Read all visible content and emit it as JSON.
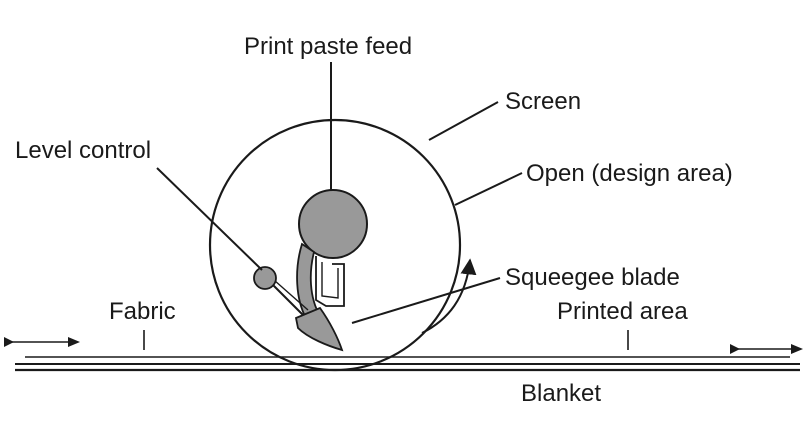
{
  "labels": {
    "print_paste_feed": "Print paste feed",
    "screen": "Screen",
    "level_control": "Level control",
    "open_design_area": "Open (design area)",
    "squeegee_blade": "Squeegee blade",
    "fabric": "Fabric",
    "printed_area": "Printed area",
    "blanket": "Blanket"
  },
  "colors": {
    "line": "#1a1a1a",
    "component_fill": "#999999",
    "background": "#ffffff"
  },
  "icons": {
    "feed_arrow_left": "double-arrow-right-icon",
    "feed_arrow_right": "double-arrow-right-icon",
    "rotation_arrow": "curved-arrow-icon"
  }
}
